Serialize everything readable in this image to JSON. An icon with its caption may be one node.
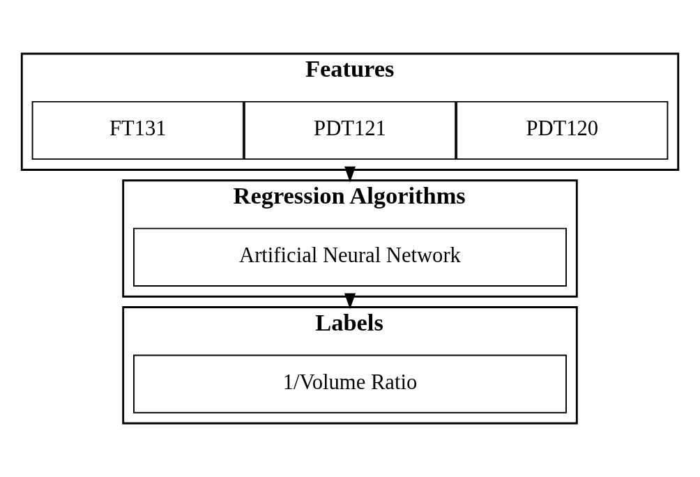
{
  "diagram": {
    "nodes": [
      {
        "text": [
          "Features"
        ]
      },
      {
        "text": [
          "PDT120"
        ],
        "in": 0
      },
      {
        "text": [
          "PDT121"
        ],
        "in": 0
      },
      {
        "text": [
          "FT131"
        ],
        "in": 0
      },
      {
        "text": [
          "Regression Algorithms"
        ]
      },
      {
        "text": [
          "Artificial Neural Network"
        ],
        "in": 4
      },
      {
        "text": [
          "Labels"
        ]
      },
      {
        "text": [
          "1/Volume Ratio"
        ],
        "in": 6
      }
    ],
    "edges": [
      {
        "from": 0,
        "to": 4,
        "arrow": "to"
      },
      {
        "from": 4,
        "to": 6,
        "arrow": "to"
      }
    ]
  }
}
